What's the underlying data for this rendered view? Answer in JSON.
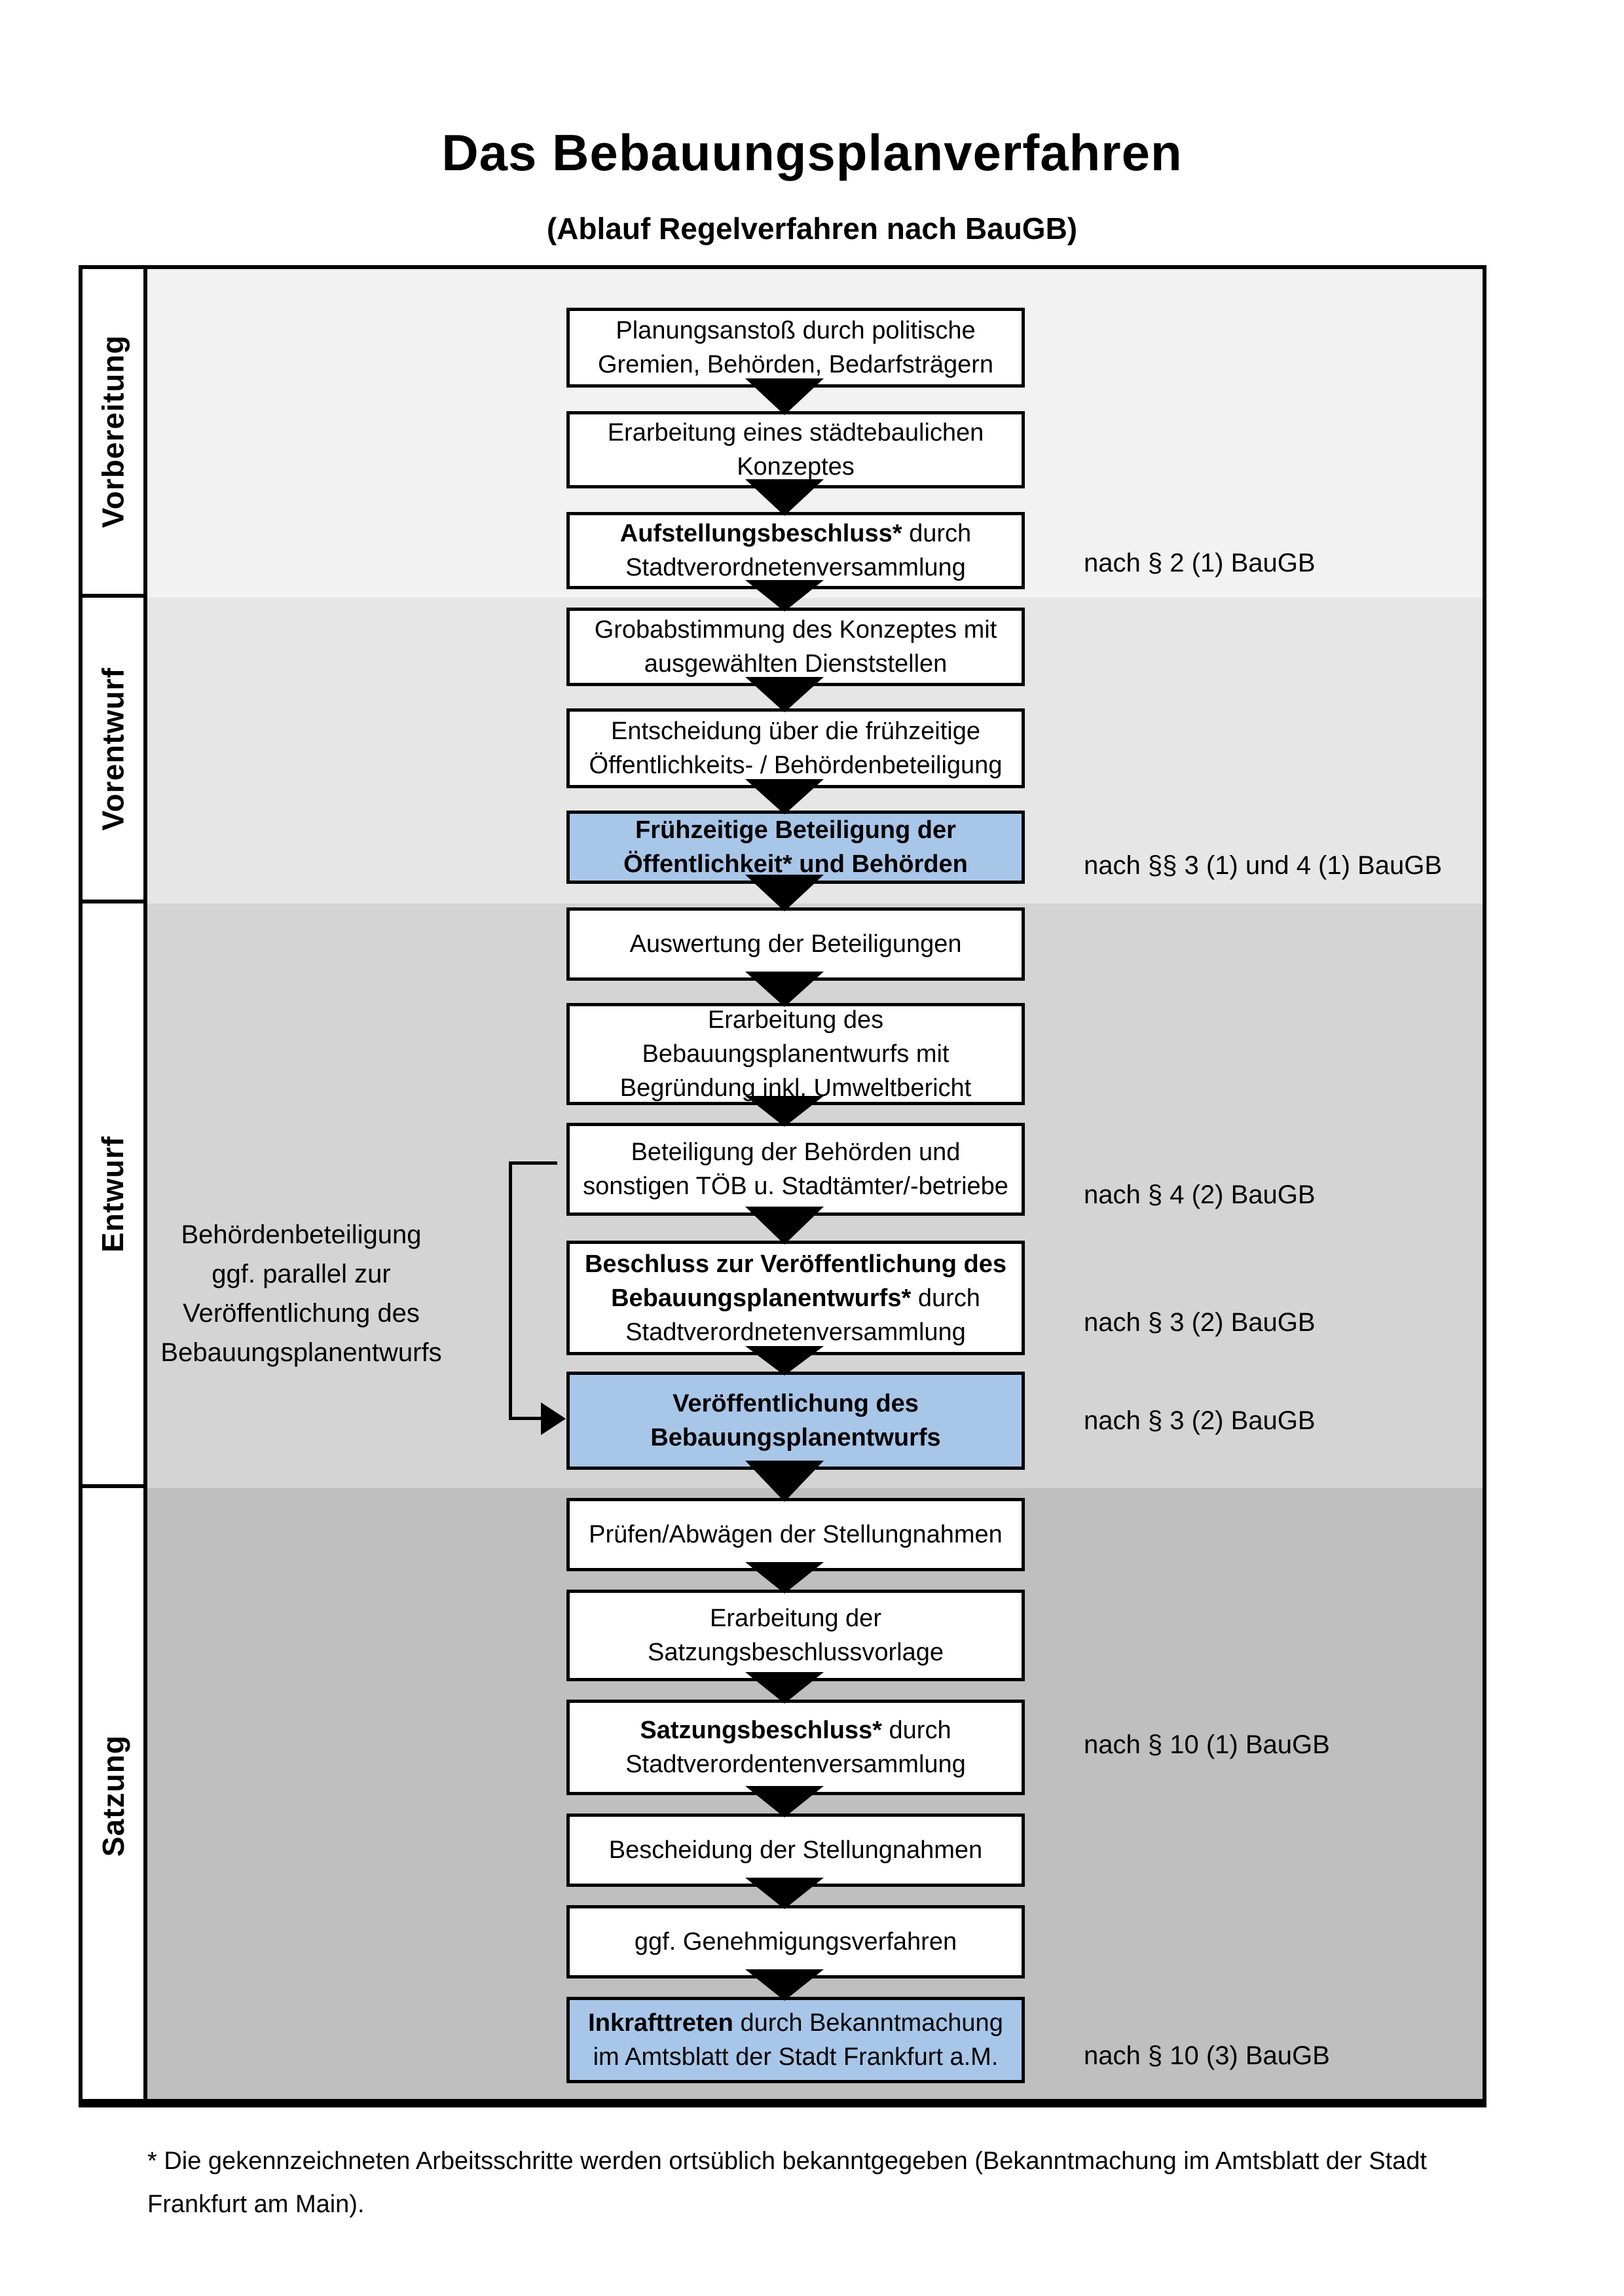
{
  "title": "Das Bebauungsplanverfahren",
  "subtitle": "(Ablauf Regelverfahren nach BauGB)",
  "phases": [
    {
      "label": "Vorbereitung"
    },
    {
      "label": "Vorentwurf"
    },
    {
      "label": "Entwurf"
    },
    {
      "label": "Satzung"
    }
  ],
  "steps": [
    {
      "phase": 0,
      "highlighted": false,
      "lines": [
        [
          {
            "t": "Planungsanstoß durch politische"
          }
        ],
        [
          {
            "t": "Gremien, Behörden, Bedarfsträgern"
          }
        ]
      ],
      "legal": null
    },
    {
      "phase": 0,
      "highlighted": false,
      "lines": [
        [
          {
            "t": "Erarbeitung eines städtebaulichen"
          }
        ],
        [
          {
            "t": "Konzeptes"
          }
        ]
      ],
      "legal": null
    },
    {
      "phase": 0,
      "highlighted": false,
      "lines": [
        [
          {
            "t": "Aufstellungsbeschluss*",
            "b": true
          },
          {
            "t": " durch"
          }
        ],
        [
          {
            "t": "Stadtverordnetenversammlung"
          }
        ]
      ],
      "legal": "nach § 2 (1) BauGB"
    },
    {
      "phase": 1,
      "highlighted": false,
      "lines": [
        [
          {
            "t": "Grobabstimmung des Konzeptes mit"
          }
        ],
        [
          {
            "t": "ausgewählten Dienststellen"
          }
        ]
      ],
      "legal": null
    },
    {
      "phase": 1,
      "highlighted": false,
      "lines": [
        [
          {
            "t": "Entscheidung über die frühzeitige"
          }
        ],
        [
          {
            "t": "Öffentlichkeits- / Behördenbeteiligung"
          }
        ]
      ],
      "legal": null
    },
    {
      "phase": 1,
      "highlighted": true,
      "lines": [
        [
          {
            "t": "Frühzeitige Beteiligung der",
            "b": true
          }
        ],
        [
          {
            "t": "Öffentlichkeit* und Behörden",
            "b": true
          }
        ]
      ],
      "legal": "nach §§ 3 (1) und 4 (1) BauGB"
    },
    {
      "phase": 2,
      "highlighted": false,
      "lines": [
        [
          {
            "t": "Auswertung der Beteiligungen"
          }
        ]
      ],
      "legal": null
    },
    {
      "phase": 2,
      "highlighted": false,
      "lines": [
        [
          {
            "t": "Erarbeitung des"
          }
        ],
        [
          {
            "t": "Bebauungsplanentwurfs mit"
          }
        ],
        [
          {
            "t": "Begründung inkl. Umweltbericht"
          }
        ]
      ],
      "legal": null
    },
    {
      "phase": 2,
      "highlighted": false,
      "lines": [
        [
          {
            "t": "Beteiligung der Behörden und"
          }
        ],
        [
          {
            "t": "sonstigen TÖB u. Stadtämter/-betriebe"
          }
        ]
      ],
      "legal": "nach § 4 (2) BauGB"
    },
    {
      "phase": 2,
      "highlighted": false,
      "lines": [
        [
          {
            "t": "Beschluss zur Veröffentlichung des",
            "b": true
          }
        ],
        [
          {
            "t": "Bebauungsplanentwurfs*",
            "b": true
          },
          {
            "t": " durch"
          }
        ],
        [
          {
            "t": "Stadtverordnetenversammlung"
          }
        ]
      ],
      "legal": "nach § 3 (2) BauGB"
    },
    {
      "phase": 2,
      "highlighted": true,
      "lines": [
        [
          {
            "t": "Veröffentlichung des",
            "b": true
          }
        ],
        [
          {
            "t": "Bebauungsplanentwurfs",
            "b": true
          }
        ]
      ],
      "legal": "nach § 3 (2) BauGB"
    },
    {
      "phase": 3,
      "highlighted": false,
      "lines": [
        [
          {
            "t": "Prüfen/Abwägen der Stellungnahmen"
          }
        ]
      ],
      "legal": null
    },
    {
      "phase": 3,
      "highlighted": false,
      "lines": [
        [
          {
            "t": "Erarbeitung der"
          }
        ],
        [
          {
            "t": "Satzungsbeschlussvorlage"
          }
        ]
      ],
      "legal": null
    },
    {
      "phase": 3,
      "highlighted": false,
      "lines": [
        [
          {
            "t": "Satzungsbeschluss*",
            "b": true
          },
          {
            "t": " durch"
          }
        ],
        [
          {
            "t": "Stadtverordentenversammlung"
          }
        ]
      ],
      "legal": "nach § 10 (1) BauGB"
    },
    {
      "phase": 3,
      "highlighted": false,
      "lines": [
        [
          {
            "t": "Bescheidung der Stellungnahmen"
          }
        ]
      ],
      "legal": null
    },
    {
      "phase": 3,
      "highlighted": false,
      "lines": [
        [
          {
            "t": "ggf. Genehmigungsverfahren"
          }
        ]
      ],
      "legal": null
    },
    {
      "phase": 3,
      "highlighted": true,
      "lines": [
        [
          {
            "t": "Inkrafttreten",
            "b": true
          },
          {
            "t": " durch Bekanntmachung"
          }
        ],
        [
          {
            "t": "im Amtsblatt der Stadt Frankfurt a.M."
          }
        ]
      ],
      "legal": "nach § 10 (3) BauGB"
    }
  ],
  "annotation": {
    "lines": [
      "Behördenbeteiligung",
      "ggf. parallel zur",
      "Veröffentlichung des",
      "Bebauungsplanentwurfs"
    ]
  },
  "footnote_lines": [
    "* Die gekennzeichneten Arbeitsschritte werden ortsüblich bekanntgegeben (Bekanntmachung im Amtsblatt  der Stadt",
    "Frankfurt am Main)."
  ],
  "colors": {
    "highlight_fill": "#a8c6e8",
    "box_fill": "#ffffff",
    "line": "#000000",
    "phase_fills": [
      "#f2f2f2",
      "#e6e6e6",
      "#d4d4d4",
      "#bfbfbf"
    ]
  }
}
